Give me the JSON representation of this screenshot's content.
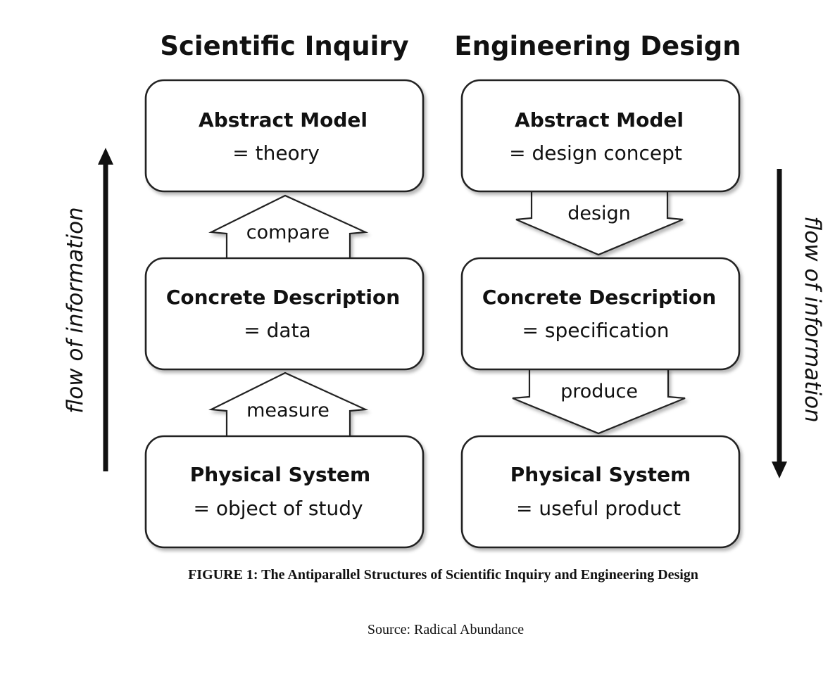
{
  "columns": {
    "science": {
      "title": "Scientific Inquiry",
      "boxes": [
        {
          "title": "Abstract Model",
          "subtitle": "= theory"
        },
        {
          "title": "Concrete Description",
          "subtitle": "= data"
        },
        {
          "title": "Physical System",
          "subtitle": "= object of study"
        }
      ],
      "arrows": [
        "compare",
        "measure"
      ],
      "flow_label": "flow of information",
      "flow_direction": "up"
    },
    "engineering": {
      "title": "Engineering Design",
      "boxes": [
        {
          "title": "Abstract Model",
          "subtitle": "= design concept"
        },
        {
          "title": "Concrete Description",
          "subtitle": "= specification"
        },
        {
          "title": "Physical System",
          "subtitle": "= useful product"
        }
      ],
      "arrows": [
        "design",
        "produce"
      ],
      "flow_label": "flow of information",
      "flow_direction": "down"
    }
  },
  "caption": "FIGURE 1: The Antiparallel Structures of Scientific Inquiry and Engineering Design",
  "source": "Source: Radical Abundance"
}
